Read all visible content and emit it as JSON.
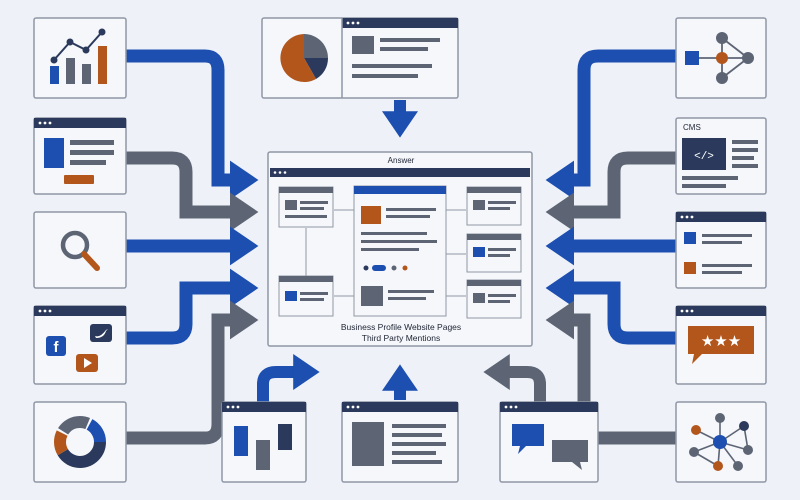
{
  "center": {
    "title": "Answer",
    "caption_line1": "Business Profile Website Pages",
    "caption_line2": "Third Party Mentions"
  },
  "sources": {
    "cms_label": "CMS"
  },
  "colors": {
    "blue": "#1c4fb0",
    "gray_arrow": "#5d6575",
    "navy": "#2b3a5c",
    "orange": "#b3561c",
    "background": "#eef2f8",
    "card": "#f5f7fb"
  },
  "icons": [
    "bar-line-chart-icon",
    "browser-form-icon",
    "magnifier-icon",
    "social-media-icon",
    "donut-chart-icon",
    "pie-chart-icon",
    "bar-chart-window-icon",
    "document-window-icon",
    "chat-window-icon",
    "network-graph-icon",
    "cms-code-icon",
    "browser-list-icon",
    "star-review-icon",
    "hub-network-icon"
  ]
}
